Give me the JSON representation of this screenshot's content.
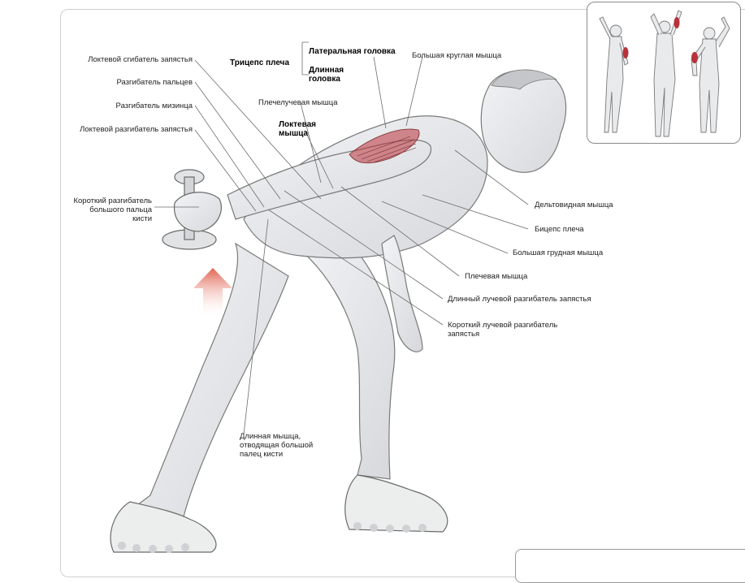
{
  "labels": {
    "ulnar_flexor": "Локтевой сгибатель запястья",
    "finger_extensor": "Разгибатель пальцев",
    "pinky_extensor": "Разгибатель мизинца",
    "ulnar_extensor": "Локтевой разгибатель запястья",
    "short_thumb_extensor": "Короткий разгибатель большого пальца кисти",
    "triceps": "Трицепс плеча",
    "lateral_head": "Латеральная головка",
    "long_head": "Длинная головка",
    "teres_major": "Большая круглая мышца",
    "brachioradialis": "Плечелучевая мышца",
    "anconeus": "Локтевая мышца",
    "deltoid": "Дельтовидная мышца",
    "biceps": "Бицепс плеча",
    "pectoralis": "Большая грудная мышца",
    "brachialis": "Плечевая мышца",
    "long_radial_extensor": "Длинный лучевой разгибатель запястья",
    "short_radial_extensor": "Короткий лучевой разгибатель запястья",
    "abductor_pollicis": "Длинная мышца, отводящая большой палец кисти"
  },
  "colors": {
    "muscle_highlight": "#b8323a",
    "arrow": "#e0614f",
    "outline": "#7a7a7a",
    "skin": "#e9eaec"
  }
}
